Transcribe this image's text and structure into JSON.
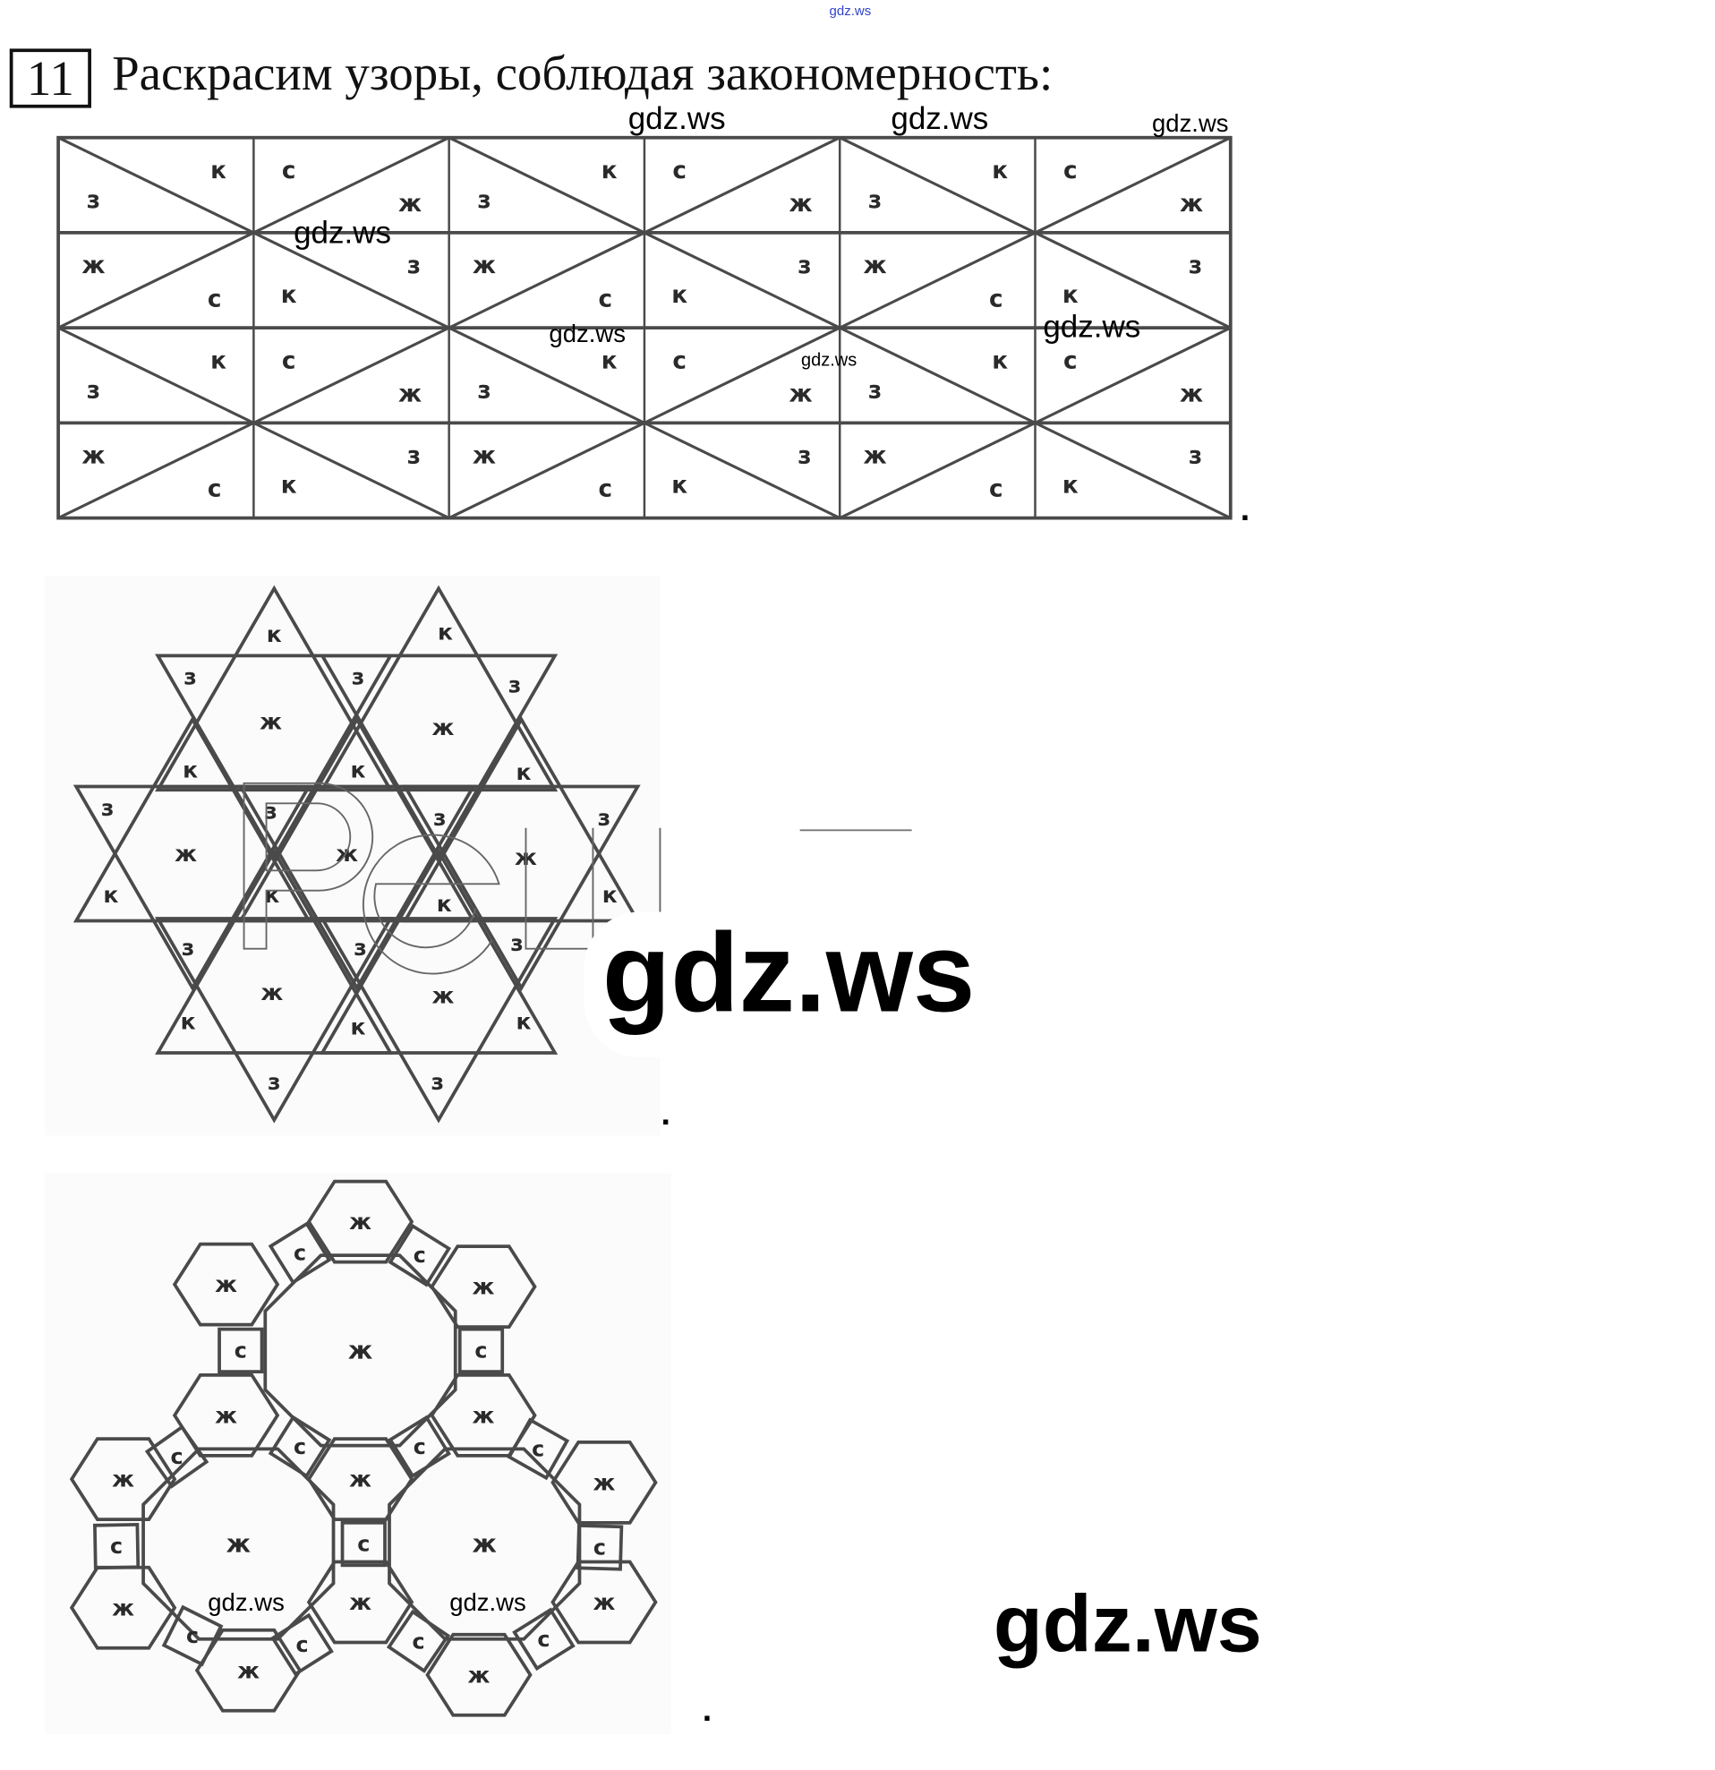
{
  "header": {
    "task_number": "11",
    "title": "Раскрасим узоры, соблюдая закономерность:",
    "top_mark": "gdz.ws"
  },
  "grid": {
    "rows": [
      [
        [
          "к",
          "з"
        ],
        [
          "с",
          "ж"
        ],
        [
          "к",
          "з"
        ],
        [
          "с",
          "ж"
        ],
        [
          "к",
          "з"
        ],
        [
          "с",
          "ж"
        ]
      ],
      [
        [
          "ж",
          "с"
        ],
        [
          "з",
          "к"
        ],
        [
          "ж",
          "с"
        ],
        [
          "з",
          "к"
        ],
        [
          "ж",
          "с"
        ],
        [
          "з",
          "к"
        ]
      ],
      [
        [
          "к",
          "з"
        ],
        [
          "с",
          "ж"
        ],
        [
          "к",
          "з"
        ],
        [
          "с",
          "ж"
        ],
        [
          "к",
          "з"
        ],
        [
          "с",
          "ж"
        ]
      ],
      [
        [
          "ж",
          "с"
        ],
        [
          "з",
          "к"
        ],
        [
          "ж",
          "с"
        ],
        [
          "з",
          "к"
        ],
        [
          "ж",
          "с"
        ],
        [
          "з",
          "к"
        ]
      ]
    ]
  },
  "stars": {
    "labels": [
      "к",
      "к",
      "з",
      "з",
      "з",
      "ж",
      "ж",
      "к",
      "к",
      "к",
      "з",
      "з",
      "з",
      "з",
      "ж",
      "ж",
      "ж",
      "к",
      "к",
      "к",
      "к",
      "з",
      "з",
      "з",
      "ж",
      "ж",
      "к",
      "к",
      "к",
      "з",
      "з"
    ],
    "watermark_text": "Реш"
  },
  "tiling": {
    "octagon_labels": [
      "ж",
      "ж",
      "ж"
    ],
    "hexagon_labels": [
      "ж",
      "ж",
      "ж",
      "ж",
      "ж",
      "ж",
      "ж",
      "ж",
      "ж",
      "ж",
      "ж",
      "ж",
      "ж"
    ],
    "square_labels": [
      "с",
      "с",
      "с",
      "с",
      "с",
      "с",
      "с",
      "с",
      "с",
      "с",
      "с",
      "с",
      "с",
      "с",
      "с"
    ]
  },
  "watermarks": [
    "gdz.ws",
    "gdz.ws",
    "gdz.ws",
    "gdz.ws",
    "gdz.ws",
    "gdz.ws",
    "gdz.ws",
    "gdz.ws",
    "gdz.ws",
    "gdz.ws",
    "gdz.ws"
  ],
  "end_marks": [
    ".",
    ".",
    "."
  ]
}
